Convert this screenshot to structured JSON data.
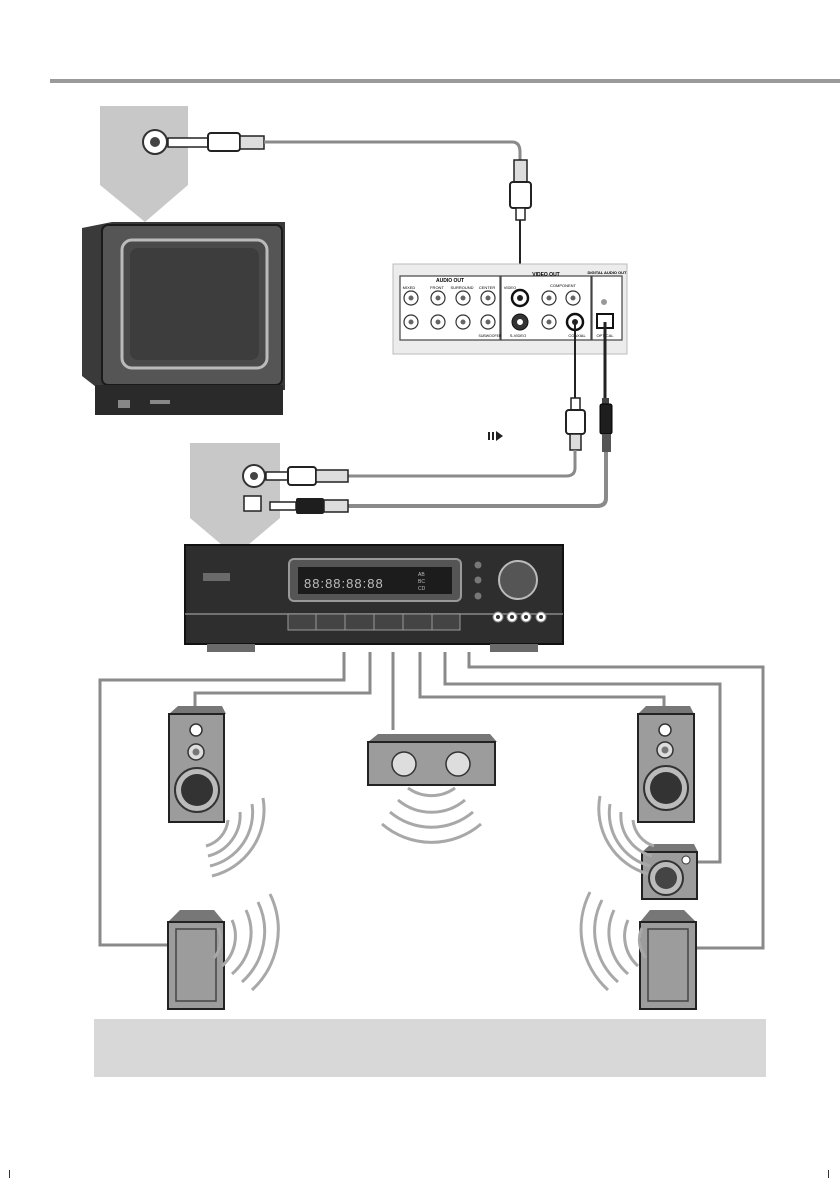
{
  "panel": {
    "audio_out_label": "AUDIO OUT",
    "video_out_label": "VIDEO OUT",
    "digital_audio_out_label": "DIGITAL AUDIO OUT",
    "component_label": "COMPONENT",
    "video_label": "VIDEO",
    "svideo_label": "S-VIDEO",
    "mixed_label": "MIXED",
    "front_label": "FRONT",
    "surround_label": "SURROUND",
    "center_label": "CENTER",
    "subwoofer_label": "SUBWOOFER",
    "coaxial_label": "COAXIAL",
    "optical_label": "OPTICAL"
  },
  "receiver": {
    "display_text": "88:88:88:88",
    "display_small": [
      "AB",
      "BC",
      "CD"
    ]
  },
  "colors": {
    "cable": "#8a8a8a",
    "callout": "#c8c8c8",
    "note_box": "#d8d8d8",
    "device_dark": "#2a2a2a"
  },
  "icons": {
    "arrow": "arrow-right-icon"
  }
}
